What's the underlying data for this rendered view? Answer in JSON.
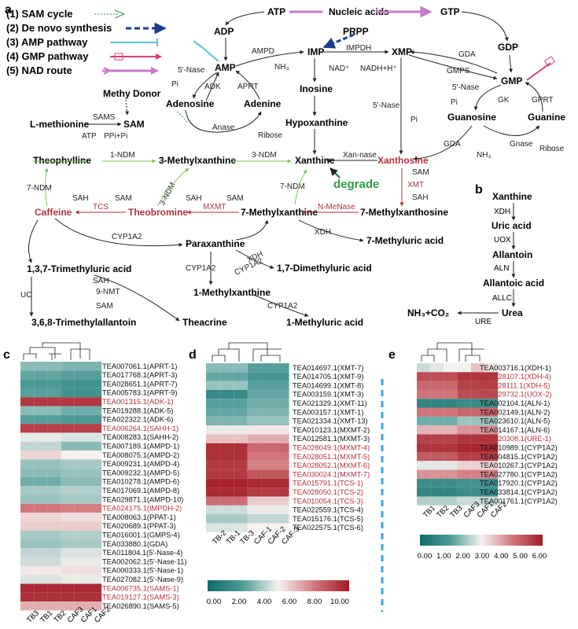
{
  "panel_labels": {
    "a": "a",
    "b": "b",
    "c": "c",
    "d": "d",
    "e": "e"
  },
  "legend": [
    {
      "id": "sam",
      "label": "(1) SAM cycle",
      "color": "#3c8c5a"
    },
    {
      "id": "denovo",
      "label": "(2) De novo synthesis",
      "color": "#1a3f8f"
    },
    {
      "id": "amp",
      "label": "(3) AMP pathway",
      "color": "#5fc3d6"
    },
    {
      "id": "gmp",
      "label": "(4) GMP pathway",
      "color": "#d6407a"
    },
    {
      "id": "nad",
      "label": "(5) NAD route",
      "color": "#c87ac8"
    }
  ],
  "pathway_nodes": {
    "atp": "ATP",
    "nucleic_acids": "Nucleic acids",
    "gtp": "GTP",
    "adp": "ADP",
    "prpp": "PRPP",
    "amp": "AMP",
    "imp": "IMP",
    "xmp": "XMP",
    "gdp": "GDP",
    "gmp": "GMP",
    "adenosine": "Adenosine",
    "adenine": "Adenine",
    "inosine": "Inosine",
    "hypoxanthine": "Hypoxanthine",
    "guanosine": "Guanosine",
    "guanine": "Guanine",
    "methy_donor": "Methy Donor",
    "l_methionine": "L-methionine",
    "sam": "SAM",
    "theophylline": "Theophylline",
    "three_mx": "3-Methylxanthine",
    "xanthine": "Xanthine",
    "xanthosine": "Xanthosine",
    "degrade": "degrade",
    "caffeine": "Caffeine",
    "theobromine": "Theobromine",
    "seven_mx": "7-Methylxanthine",
    "seven_mxr": "7-Methylxanthosine",
    "paraxanthine": "Paraxanthine",
    "seven_mu": "7-Methyluric acid",
    "tmu": "1,3,7-Trimethyluric acid",
    "dmu": "1,7-Dimethyluric acid",
    "one_mx": "1-Methylxanthine",
    "tma": "3,6,8-Trimethylallantoin",
    "theacrine": "Theacrine",
    "one_mu": "1-Methyluric acid"
  },
  "pathway_enzymes": {
    "ampd": "AMPD",
    "impdh": "IMPDH",
    "nh3": "NH₃",
    "nad": "NAD⁺",
    "nadh": "NADH+H⁺",
    "gda": "GDA",
    "gmps": "GMPS",
    "nase5": "5'-Nase",
    "pi": "Pi",
    "adk": "ADK",
    "aprt": "APRT",
    "anase": "Anase",
    "ribose": "Ribose",
    "gk": "GK",
    "gprt": "GPRT",
    "gnase": "Gnase",
    "sams": "SAMS",
    "atp": "ATP",
    "ppi": "PPi+Pi",
    "ndm1": "1-NDM",
    "ndm3": "3-NDM",
    "ndm7": "7-NDM",
    "xannase": "Xan-nase",
    "xmt": "XMT",
    "sah": "SAH",
    "sam": "SAM",
    "tcs": "TCS",
    "mxmt": "MXMT",
    "nmenase": "N-MeNase",
    "cyp1a2": "CYP1A2",
    "xdh": "XDH",
    "uc": "UC",
    "nmt9": "9-NMT"
  },
  "panel_b": {
    "nodes": [
      "Xanthine",
      "Uric acid",
      "Allantoin",
      "Allantoic acid",
      "Urea",
      "NH₃+CO₂"
    ],
    "enzymes": [
      "XDH",
      "UOX",
      "ALN",
      "ALLC",
      "URE"
    ]
  },
  "heatmap_c": {
    "columns": [
      "TB3",
      "TB1",
      "TB2",
      "CAF3",
      "CAF1",
      "CAF2"
    ],
    "rows": [
      {
        "label": "TEA007061.1(APRT-1)",
        "hl": false,
        "values": [
          3.4,
          3.4,
          3.4,
          3.2,
          3.2,
          3.2
        ]
      },
      {
        "label": "TEA017768.1(APRT-3)",
        "hl": false,
        "values": [
          2.8,
          2.8,
          2.8,
          2.6,
          2.6,
          2.6
        ]
      },
      {
        "label": "TEA028651.1(APRT-7)",
        "hl": false,
        "values": [
          2.4,
          2.4,
          2.4,
          2.0,
          2.0,
          2.0
        ]
      },
      {
        "label": "TEA005783.1(APRT-9)",
        "hl": false,
        "values": [
          2.6,
          2.6,
          2.6,
          2.0,
          2.0,
          2.0
        ]
      },
      {
        "label": "TEA001315.1(ADK-1)",
        "hl": true,
        "values": [
          9.2,
          9.2,
          9.2,
          9.2,
          9.2,
          9.2
        ]
      },
      {
        "label": "TEA019288.1(ADK-5)",
        "hl": false,
        "values": [
          3.4,
          3.4,
          3.4,
          3.0,
          3.0,
          3.0
        ]
      },
      {
        "label": "TEA022322.1(ADK-6)",
        "hl": false,
        "values": [
          2.6,
          2.6,
          2.6,
          2.4,
          2.4,
          2.4
        ]
      },
      {
        "label": "TEA006264.1(SAHH-1)",
        "hl": true,
        "values": [
          9.0,
          9.0,
          9.0,
          9.0,
          9.0,
          9.0
        ]
      },
      {
        "label": "TEA008283.1(SAHH-2)",
        "hl": false,
        "values": [
          4.8,
          4.8,
          4.8,
          4.6,
          4.6,
          4.6
        ]
      },
      {
        "label": "TEA007189.1(AMPD-1)",
        "hl": false,
        "values": [
          4.2,
          4.2,
          4.2,
          3.4,
          3.4,
          3.4
        ]
      },
      {
        "label": "TEA008075.1(AMPD-2)",
        "hl": false,
        "values": [
          5.6,
          5.6,
          5.6,
          5.0,
          5.0,
          5.0
        ]
      },
      {
        "label": "TEA009231.1(AMPD-4)",
        "hl": false,
        "values": [
          3.6,
          3.6,
          3.6,
          3.8,
          3.8,
          3.8
        ]
      },
      {
        "label": "TEA009232.1(AMPD-5)",
        "hl": false,
        "values": [
          3.4,
          3.4,
          3.4,
          3.6,
          3.6,
          3.6
        ]
      },
      {
        "label": "TEA010278.1(AMPD-6)",
        "hl": false,
        "values": [
          3.0,
          3.0,
          3.0,
          3.4,
          3.4,
          3.4
        ]
      },
      {
        "label": "TEA017069.1(AMPD-8)",
        "hl": false,
        "values": [
          3.8,
          3.8,
          3.8,
          4.0,
          4.0,
          4.0
        ]
      },
      {
        "label": "TEA029871.1(AMPD-10)",
        "hl": false,
        "values": [
          3.6,
          3.6,
          3.6,
          3.8,
          3.8,
          3.8
        ]
      },
      {
        "label": "TEA024175.1(IMPDH-2)",
        "hl": true,
        "values": [
          7.6,
          7.6,
          7.6,
          7.4,
          7.4,
          7.4
        ]
      },
      {
        "label": "TEA008063.1(PPAT-1)",
        "hl": false,
        "values": [
          5.6,
          5.6,
          5.6,
          5.4,
          5.4,
          5.4
        ]
      },
      {
        "label": "TEA020689.1(PPAT-3)",
        "hl": false,
        "values": [
          5.8,
          5.8,
          5.8,
          5.8,
          5.8,
          5.8
        ]
      },
      {
        "label": "TEA016001.1(GMPS-4)",
        "hl": false,
        "values": [
          3.8,
          3.8,
          3.8,
          4.0,
          4.0,
          4.0
        ]
      },
      {
        "label": "TEA033880.1(GDA)",
        "hl": false,
        "values": [
          3.6,
          3.6,
          3.6,
          3.8,
          3.8,
          3.8
        ]
      },
      {
        "label": "TEA011804.1(5'-Nase-4)",
        "hl": false,
        "values": [
          4.2,
          4.2,
          4.2,
          4.6,
          4.6,
          4.6
        ]
      },
      {
        "label": "TEA002062.1(5'-Nase-11)",
        "hl": false,
        "values": [
          4.4,
          4.4,
          4.4,
          4.8,
          4.8,
          4.8
        ]
      },
      {
        "label": "TEA000333.1(5'-Nase-1)",
        "hl": false,
        "values": [
          5.2,
          5.2,
          5.2,
          5.4,
          5.4,
          5.4
        ]
      },
      {
        "label": "TEA027082.1(5'-Nase-9)",
        "hl": false,
        "values": [
          4.6,
          4.6,
          4.6,
          4.8,
          4.8,
          4.8
        ]
      },
      {
        "label": "TEA006735.1(SAMS-1)",
        "hl": true,
        "values": [
          9.6,
          9.6,
          9.6,
          9.6,
          9.6,
          9.6
        ]
      },
      {
        "label": "TEA019127.1(SAMS-3)",
        "hl": true,
        "values": [
          9.4,
          9.4,
          9.4,
          9.4,
          9.4,
          9.4
        ]
      },
      {
        "label": "TEA026890.1(SAMS-5)",
        "hl": false,
        "values": [
          6.4,
          6.4,
          6.4,
          6.4,
          6.4,
          6.4
        ]
      }
    ]
  },
  "heatmap_d": {
    "columns": [
      "TB-2",
      "TB-1",
      "TB-3",
      "CAF-1",
      "CAF-2",
      "CAF-3"
    ],
    "rows": [
      {
        "label": "TEA014697.1(XMT-7)",
        "hl": false,
        "values": [
          3.4,
          3.4,
          3.4,
          2.6,
          2.6,
          2.6
        ]
      },
      {
        "label": "TEA014705.1(XMT-9)",
        "hl": false,
        "values": [
          2.8,
          2.8,
          2.8,
          2.2,
          2.2,
          2.2
        ]
      },
      {
        "label": "TEA014699.1(XMT-8)",
        "hl": false,
        "values": [
          3.6,
          3.6,
          3.6,
          2.6,
          2.6,
          2.6
        ]
      },
      {
        "label": "TEA003159.1(XMT-3)",
        "hl": false,
        "values": [
          1.6,
          1.6,
          1.6,
          2.8,
          2.8,
          2.8
        ]
      },
      {
        "label": "TEA021329.1(XMT-11)",
        "hl": false,
        "values": [
          2.6,
          2.6,
          2.6,
          3.0,
          3.0,
          3.0
        ]
      },
      {
        "label": "TEA003157.1(XMT-1)",
        "hl": false,
        "values": [
          2.8,
          2.8,
          2.8,
          3.2,
          3.2,
          3.2
        ]
      },
      {
        "label": "TEA021334.1(XMT-13)",
        "hl": false,
        "values": [
          3.2,
          3.2,
          3.2,
          3.6,
          3.6,
          3.6
        ]
      },
      {
        "label": "TEA010123.1(MXMT-2)",
        "hl": false,
        "values": [
          4.8,
          4.8,
          4.8,
          5.2,
          5.2,
          5.2
        ]
      },
      {
        "label": "TEA012581.1(MXMT-3)",
        "hl": false,
        "values": [
          6.0,
          6.0,
          6.0,
          6.4,
          6.4,
          6.4
        ]
      },
      {
        "label": "TEA028049.1(MXMT-4)",
        "hl": true,
        "values": [
          9.4,
          9.4,
          9.4,
          8.0,
          8.0,
          8.0
        ]
      },
      {
        "label": "TEA028051.1(MXMT-5)",
        "hl": true,
        "values": [
          9.4,
          9.4,
          9.4,
          7.6,
          7.6,
          7.6
        ]
      },
      {
        "label": "TEA028052.1(MXMT-6)",
        "hl": true,
        "values": [
          9.2,
          9.2,
          9.2,
          7.4,
          7.4,
          7.4
        ]
      },
      {
        "label": "TEA030024.1(MXMT-7)",
        "hl": true,
        "values": [
          9.2,
          9.2,
          9.2,
          8.4,
          8.4,
          8.4
        ]
      },
      {
        "label": "TEA015791.1(TCS-1)",
        "hl": true,
        "values": [
          9.8,
          9.8,
          9.8,
          9.6,
          9.6,
          9.6
        ]
      },
      {
        "label": "TEA028050.1(TCS-2)",
        "hl": true,
        "values": [
          9.6,
          9.6,
          9.6,
          9.2,
          9.2,
          9.2
        ]
      },
      {
        "label": "TEA010054.1(TCS-3)",
        "hl": true,
        "values": [
          7.8,
          7.8,
          7.8,
          5.8,
          5.8,
          5.8
        ]
      },
      {
        "label": "TEA022559.1(TCS-4)",
        "hl": false,
        "values": [
          4.4,
          4.4,
          4.4,
          4.8,
          4.8,
          4.8
        ]
      },
      {
        "label": "TEA015176.1(TCS-5)",
        "hl": false,
        "values": [
          3.8,
          3.8,
          3.8,
          4.2,
          4.2,
          4.2
        ]
      },
      {
        "label": "TEA022575.1(TCS-6)",
        "hl": false,
        "values": [
          4.6,
          4.6,
          4.6,
          5.0,
          5.0,
          5.0
        ]
      }
    ],
    "scale_ticks": [
      "0.00",
      "2.00",
      "4.00",
      "6.00",
      "8.00",
      "10.00"
    ]
  },
  "heatmap_e": {
    "columns": [
      "TB1",
      "TB2",
      "TB3",
      "CAF3",
      "CAF1",
      "CAF2"
    ],
    "rows": [
      {
        "label": "TEA003716.1(XDH-1)",
        "hl": false,
        "values": [
          2.6,
          2.8,
          3.0,
          3.0,
          3.6,
          3.2
        ]
      },
      {
        "label": "TEA028107.1(XDH-4)",
        "hl": true,
        "values": [
          5.2,
          5.2,
          5.2,
          5.6,
          5.6,
          5.6
        ]
      },
      {
        "label": "TEA028111.1(XDH-5)",
        "hl": true,
        "values": [
          4.8,
          4.8,
          4.8,
          5.4,
          5.4,
          5.4
        ]
      },
      {
        "label": "TEA029732.1(UOX-2)",
        "hl": true,
        "values": [
          4.6,
          4.6,
          4.6,
          5.2,
          5.2,
          5.2
        ]
      },
      {
        "label": "TEA002104.1(ALN-1)",
        "hl": false,
        "values": [
          0.8,
          0.8,
          0.8,
          1.0,
          1.0,
          1.0
        ]
      },
      {
        "label": "TEA002149.1(ALN-2)",
        "hl": false,
        "values": [
          4.6,
          4.6,
          4.6,
          4.8,
          4.8,
          4.8
        ]
      },
      {
        "label": "TEA023610.1(ALN-5)",
        "hl": false,
        "values": [
          1.8,
          1.8,
          1.8,
          2.2,
          2.2,
          2.2
        ]
      },
      {
        "label": "TEA014167.1(ALN-6)",
        "hl": false,
        "values": [
          3.8,
          3.8,
          3.8,
          4.2,
          4.2,
          4.2
        ]
      },
      {
        "label": "TEA020308.1(URE-1)",
        "hl": true,
        "values": [
          5.4,
          5.4,
          5.4,
          5.6,
          5.6,
          5.6
        ]
      },
      {
        "label": "TEA010989.1(CYP1A2)",
        "hl": false,
        "values": [
          5.6,
          5.6,
          5.6,
          5.8,
          5.8,
          5.8
        ]
      },
      {
        "label": "TEA004815.1(CYP1A2)",
        "hl": false,
        "values": [
          5.0,
          5.0,
          5.0,
          5.4,
          5.4,
          5.4
        ]
      },
      {
        "label": "TEA010267.1(CYP1A2)",
        "hl": false,
        "values": [
          2.8,
          2.8,
          2.8,
          3.4,
          3.4,
          3.4
        ]
      },
      {
        "label": "TEA027780.1(CYP1A2)",
        "hl": false,
        "values": [
          4.2,
          4.2,
          4.2,
          4.4,
          4.4,
          4.4
        ]
      },
      {
        "label": "TEA017920.1(CYP1A2)",
        "hl": false,
        "values": [
          1.0,
          1.0,
          1.0,
          1.2,
          1.2,
          1.2
        ]
      },
      {
        "label": "TEA033814.1(CYP1A2)",
        "hl": false,
        "values": [
          0.8,
          0.8,
          0.8,
          1.0,
          1.0,
          1.0
        ]
      },
      {
        "label": "TEA001761.1(CYP1A2)",
        "hl": false,
        "values": [
          2.4,
          2.4,
          2.4,
          2.6,
          2.6,
          2.6
        ]
      }
    ],
    "scale_ticks": [
      "0.00",
      "1.00",
      "2.00",
      "3.00",
      "4.00",
      "5.00",
      "6.00"
    ]
  },
  "colors": {
    "red_text": "#b4313b",
    "green_text": "#2f9b46",
    "teal_low": "#0f6b68",
    "mid": "#f6f2f0",
    "red_high": "#a31a24"
  }
}
